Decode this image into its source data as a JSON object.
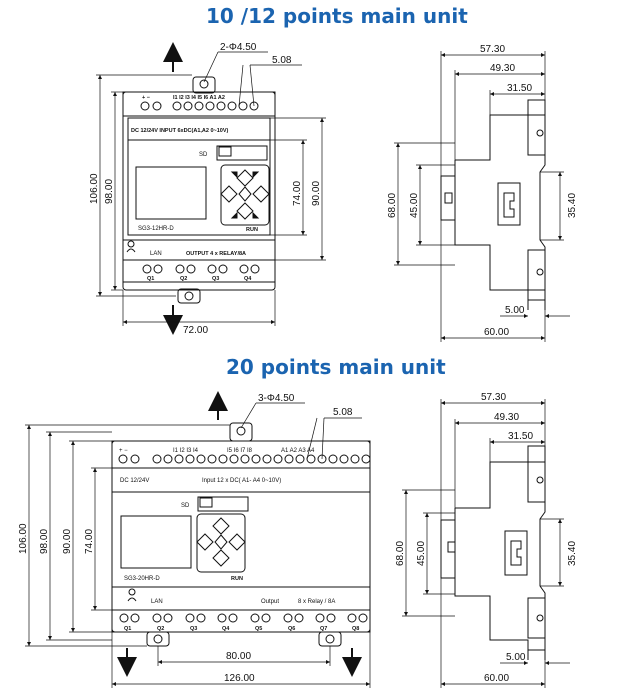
{
  "top": {
    "title": "10 /12 points main unit",
    "hole_label": "2-Φ4.50",
    "dim_pitch": "5.08",
    "dim_106": "106.00",
    "dim_98": "98.00",
    "dim_74": "74.00",
    "dim_90": "90.00",
    "dim_72": "72.00",
    "side": {
      "d5730": "57.30",
      "d4930": "49.30",
      "d3150": "31.50",
      "d68": "68.00",
      "d45": "45.00",
      "d354": "35.40",
      "d5": "5.00",
      "d60": "60.00"
    },
    "panel": {
      "power": "+  −",
      "inputs": "I1 I2 I3 I4 I5 I6 A1 A2",
      "spec": "DC 12/24V   INPUT 6xDC(A1,A2 0~10V)",
      "sd": "SD",
      "model": "SG3-12HR-D",
      "lan": "LAN",
      "run": "RUN",
      "output_spec": "OUTPUT 4 x RELAY/8A",
      "q1": "Q1",
      "q2": "Q2",
      "q3": "Q3",
      "q4": "Q4"
    }
  },
  "bottom": {
    "title": "20 points main unit",
    "hole_label": "3-Φ4.50",
    "dim_pitch": "5.08",
    "dim_106": "106.00",
    "dim_98": "98.00",
    "dim_90": "90.00",
    "dim_74": "74.00",
    "dim_80": "80.00",
    "dim_126": "126.00",
    "side": {
      "d5730": "57.30",
      "d4930": "49.30",
      "d3150": "31.50",
      "d68": "68.00",
      "d45": "45.00",
      "d354": "35.40",
      "d5": "5.00",
      "d60": "60.00"
    },
    "panel": {
      "power": "+  −",
      "inputs_a": "I1 I2 I3 I4",
      "inputs_b": "I5 I6 I7 I8",
      "inputs_c": "A1 A2 A3 A4",
      "dc": "DC  12/24V",
      "input_spec": "Input 12    x DC( A1- A4 0~10V)",
      "sd": "SD",
      "model": "SG3-20HR-D",
      "lan": "LAN",
      "run": "RUN",
      "output": "Output",
      "relay": "8 x Relay / 8A",
      "q1": "Q1",
      "q2": "Q2",
      "q3": "Q3",
      "q4": "Q4",
      "q5": "Q5",
      "q6": "Q6",
      "q7": "Q7",
      "q8": "Q8"
    }
  }
}
